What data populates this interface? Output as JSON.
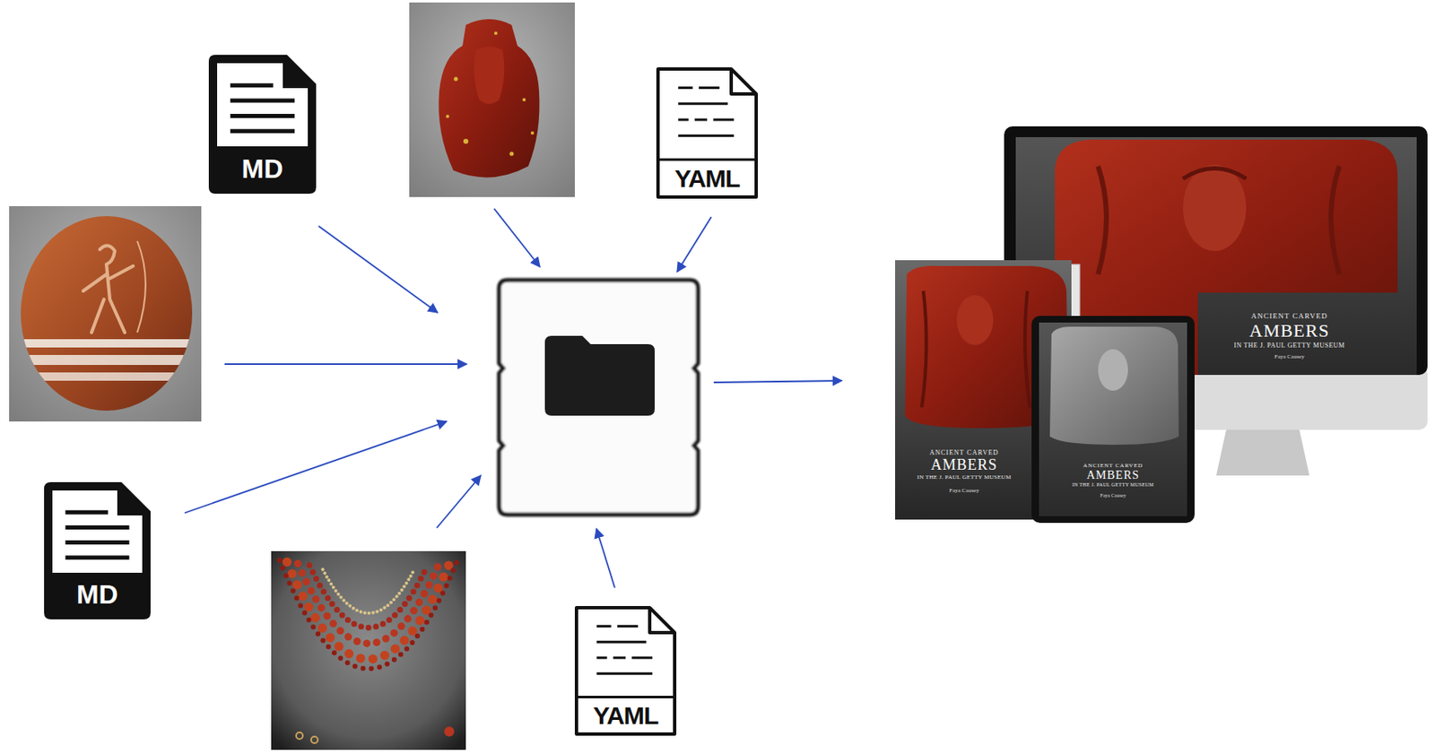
{
  "diagram": {
    "nodes": [
      {
        "text": [
          "MD"
        ]
      },
      {
        "text": [
          "YAML"
        ]
      },
      {
        "text": [
          "MD"
        ]
      },
      {
        "text": [
          "YAML"
        ]
      },
      {
        "text": [
          "ANCIENT CARVED",
          "AMBERS",
          "IN THE J. PAUL GETTY MUSEUM",
          "Faya Causey"
        ]
      },
      {
        "text": [
          "ANCIENT CARVED",
          "AMBERS",
          "IN THE J. PAUL GETTY MUSEUM",
          "Faya Causey"
        ]
      },
      {
        "text": [
          "ANCIENT CARVED",
          "AMBERS",
          "IN THE J. PAUL GETTY MUSEUM",
          "Faya Causey"
        ]
      }
    ]
  }
}
